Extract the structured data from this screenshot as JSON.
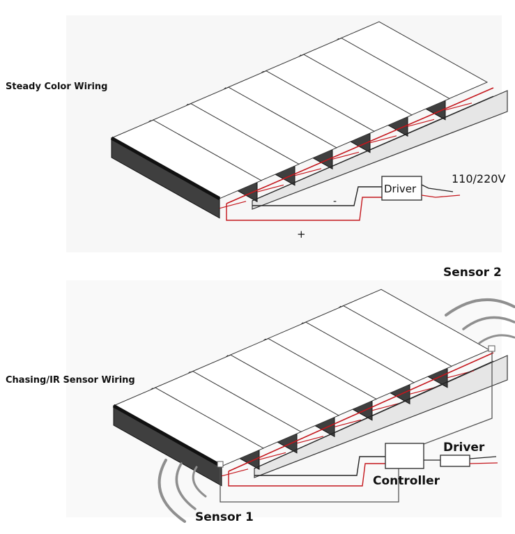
{
  "top": {
    "section_label": "Steady Color Wiring",
    "driver_label": "Driver",
    "voltage_label": "110/220V",
    "minus_label": "-",
    "plus_label": "+",
    "step_count": 7,
    "light_source_icon": "led-strip"
  },
  "bottom": {
    "section_label": "Chasing/IR Sensor Wiring",
    "sensor_top_label": "Sensor 2",
    "sensor_bottom_label": "Sensor 1",
    "controller_label": "Controller",
    "driver_label": "Driver",
    "step_count": 7,
    "sensor_icon": "ir-signal-waves"
  },
  "colors": {
    "led_strip": "#3f3f3f",
    "led_edge": "#111111",
    "wire_red": "#c4161c",
    "wire_black": "#222222",
    "stringer_fill": "#e6e6e6",
    "sensor_wave": "#8f8f8f"
  }
}
